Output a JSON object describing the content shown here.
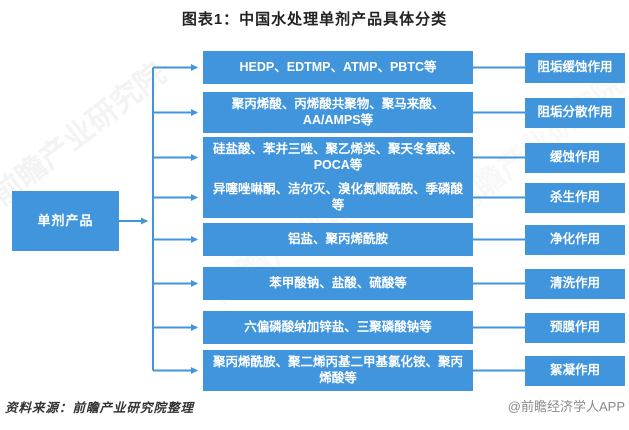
{
  "title": "图表1：中国水处理单剂产品具体分类",
  "root": {
    "label": "单剂产品"
  },
  "rows": [
    {
      "agents": "HEDP、EDTMP、ATMP、PBTC等",
      "function": "阻垢缓蚀作用"
    },
    {
      "agents": "聚丙烯酸、丙烯酸共聚物、聚马来酸、AA/AMPS等",
      "function": "阻垢分散作用"
    },
    {
      "agents": "硅盐酸、苯并三唑、聚乙烯类、聚天冬氨酸、POCA等",
      "function": "缓蚀作用"
    },
    {
      "agents": "异噻唑啉酮、洁尔灭、溴化氮顺酰胺、季磷酸等",
      "function": "杀生作用"
    },
    {
      "agents": "铝盐、聚丙烯酰胺",
      "function": "净化作用"
    },
    {
      "agents": "苯甲酸钠、盐酸、硫酸等",
      "function": "清洗作用"
    },
    {
      "agents": "六偏磷酸纳加锌盐、三聚磷酸钠等",
      "function": "预膜作用"
    },
    {
      "agents": "聚丙烯酰胺、聚二烯丙基二甲基氯化铵、聚丙烯酸等",
      "function": "絮凝作用"
    }
  ],
  "footer": {
    "source": "资料来源：前瞻产业研究院整理",
    "credit": "@前瞻经济学人APP"
  },
  "watermark_text": "前瞻产业研究院",
  "colors": {
    "box_blue": "#4195DC",
    "line_blue": "#4195DC",
    "title_text": "#222222",
    "source_text": "#333333",
    "credit_text": "#8a8a8a"
  }
}
